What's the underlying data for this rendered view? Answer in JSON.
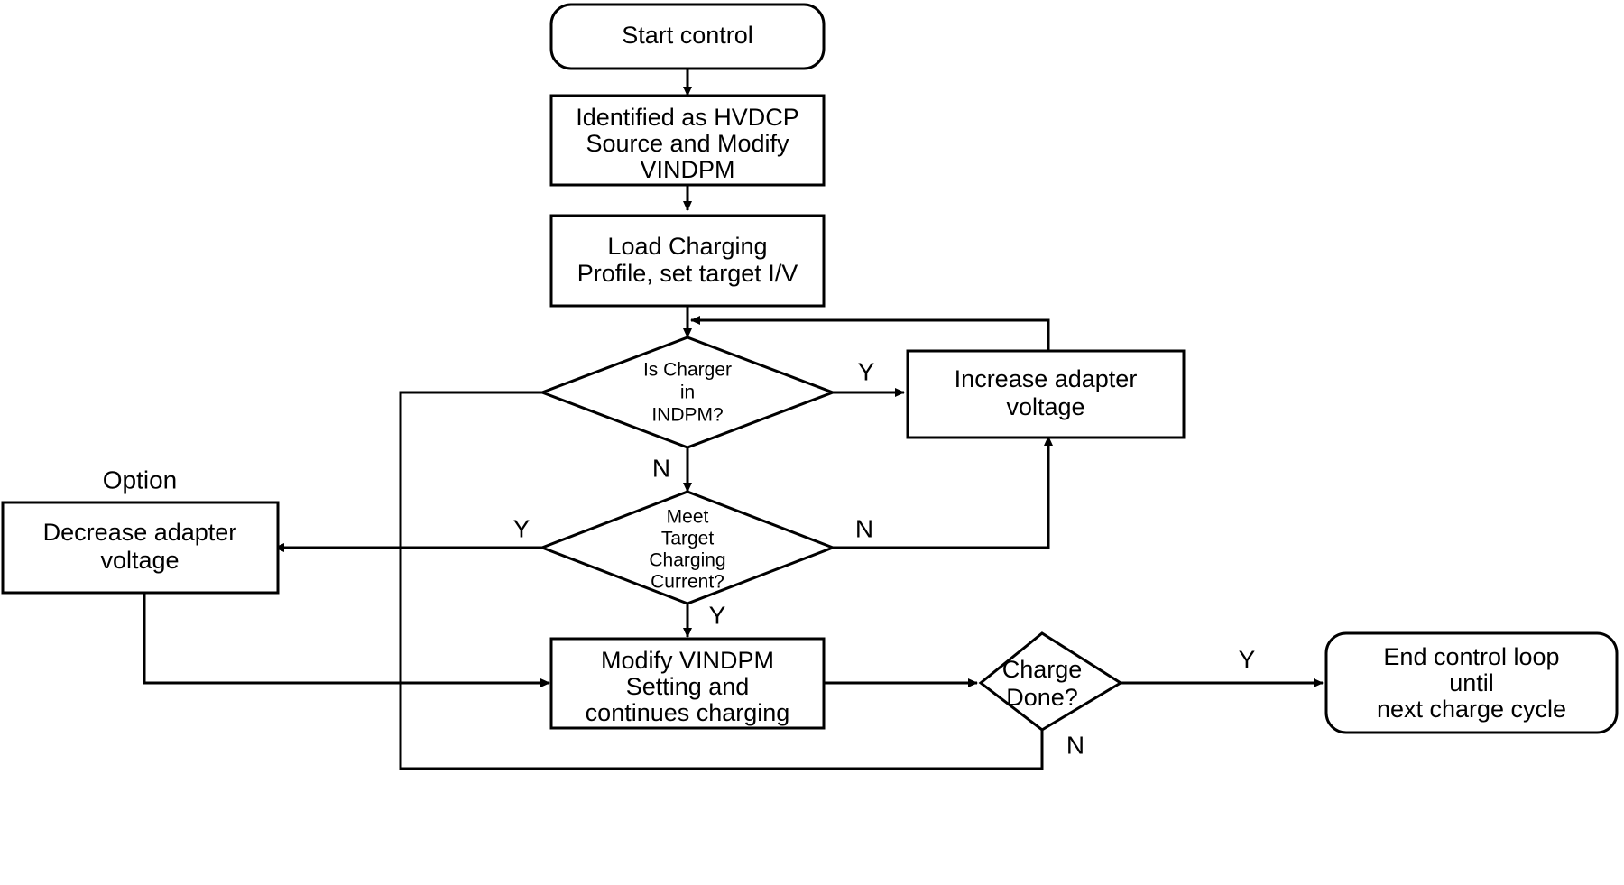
{
  "diagram": {
    "title": "HVDCP adapter voltage control loop flowchart",
    "background_color": "#ffffff",
    "line_color": "#000000",
    "text_color": "#000000",
    "nodes": [
      {
        "id": "start",
        "type": "terminator",
        "lines": [
          "Start control"
        ],
        "text_size": "large"
      },
      {
        "id": "identify",
        "type": "process",
        "lines": [
          "Identified as HVDCP",
          "Source and Modify",
          "VINDPM"
        ],
        "text_size": "large"
      },
      {
        "id": "load_profile",
        "type": "process",
        "lines": [
          "Load Charging",
          "Profile, set target I/V"
        ],
        "text_size": "large"
      },
      {
        "id": "is_indpm",
        "type": "decision",
        "lines": [
          "Is Charger",
          "in",
          "INDPM?"
        ],
        "text_size": "small"
      },
      {
        "id": "increase_adapter",
        "type": "process",
        "lines": [
          "Increase adapter",
          "voltage"
        ],
        "text_size": "large"
      },
      {
        "id": "meet_target",
        "type": "decision",
        "lines": [
          "Meet",
          "Target",
          "Charging",
          "Current?"
        ],
        "text_size": "small"
      },
      {
        "id": "decrease_adapter",
        "type": "process",
        "lines": [
          "Decrease adapter",
          "voltage"
        ],
        "text_size": "large"
      },
      {
        "id": "modify_vindpm",
        "type": "process",
        "lines": [
          "Modify VINDPM",
          "Setting and",
          "continues charging"
        ],
        "text_size": "large"
      },
      {
        "id": "charge_done",
        "type": "decision",
        "lines": [
          "Charge",
          "Done?"
        ],
        "text_size": "large"
      },
      {
        "id": "end_loop",
        "type": "terminator",
        "lines": [
          "End control loop",
          "until",
          "next charge cycle"
        ],
        "text_size": "large"
      }
    ],
    "free_labels": [
      {
        "id": "option-note",
        "text": "Option"
      }
    ],
    "edge_labels": [
      {
        "id": "indpm-yes",
        "text": "Y"
      },
      {
        "id": "indpm-no",
        "text": "N"
      },
      {
        "id": "target-yes-left",
        "text": "Y"
      },
      {
        "id": "target-no-right",
        "text": "N"
      },
      {
        "id": "target-yes-down",
        "text": "Y"
      },
      {
        "id": "done-yes",
        "text": "Y"
      },
      {
        "id": "done-no",
        "text": "N"
      }
    ]
  }
}
